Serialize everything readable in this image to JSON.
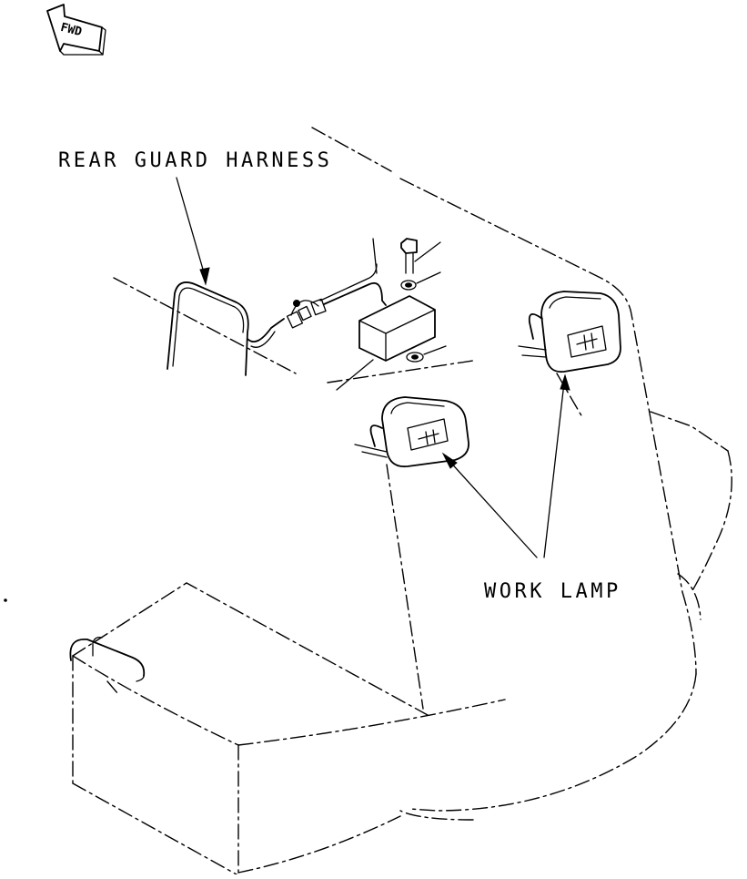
{
  "labels": {
    "fwd": "FWD",
    "rear_guard_harness": "REAR GUARD HARNESS",
    "work_lamp": "WORK LAMP"
  }
}
